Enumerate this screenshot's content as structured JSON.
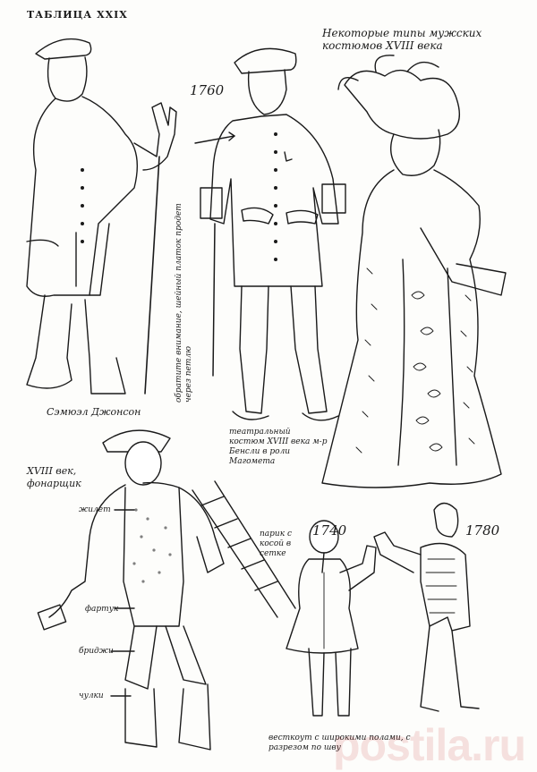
{
  "plate_title": "ТАБЛИЦА XXIX",
  "header_title": "Некоторые типы мужских костюмов XVIII века",
  "year_1760": "1760",
  "year_1740": "1740",
  "year_1780": "1780",
  "johnson_label": "Сэмюэл Джонсон",
  "vertical_note": "обратите внимание, шейный платок продет через петлю",
  "theatre_label": "театральный костюм XVIII века м-р Бенсли в роли Магомета",
  "lamplighter_label": "XVIII век, фонарщик",
  "vest_label": "жилет",
  "apron_label": "фартук",
  "breeches_label": "бриджи",
  "socks_label": "чулки",
  "wig_label": "парик с косой в сетке",
  "coat_label": "весткоут с широкими полами, с разрезом по шву",
  "watermark": "postila.ru",
  "colors": {
    "ink": "#1a1a1a",
    "paper": "#fdfdfb",
    "watermark": "#be1e1e"
  }
}
